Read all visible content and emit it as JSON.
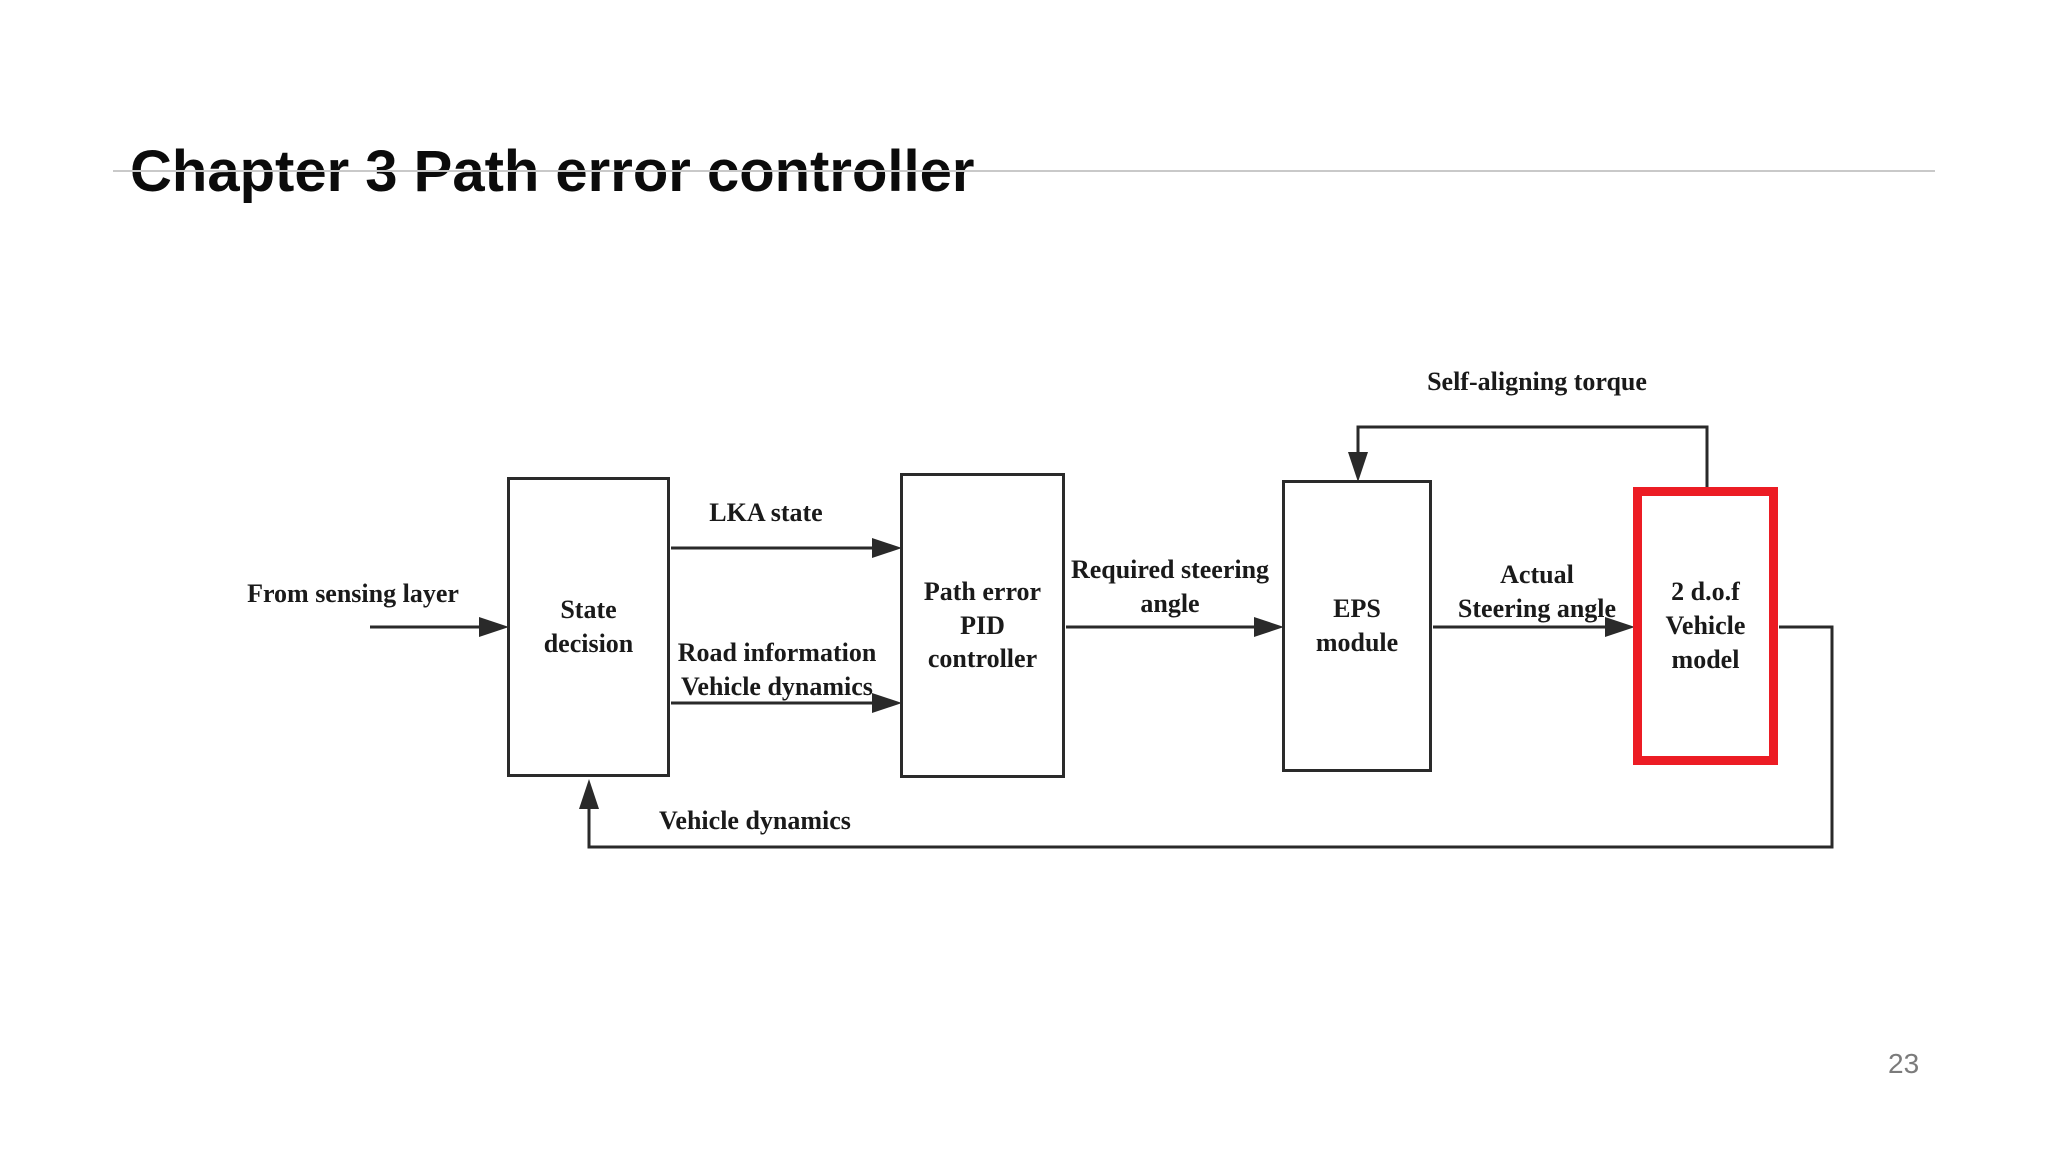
{
  "slide": {
    "title": "Chapter 3 Path error controller",
    "page_number": "23"
  },
  "diagram": {
    "boxes": [
      {
        "id": "state-decision",
        "label": "State\ndecision"
      },
      {
        "id": "path-error-pid-controller",
        "label": "Path error\nPID\ncontroller"
      },
      {
        "id": "eps-module",
        "label": "EPS\nmodule"
      },
      {
        "id": "vehicle-model",
        "label": "2 d.o.f\nVehicle\nmodel",
        "highlighted": "red outline"
      }
    ],
    "flow_labels": [
      {
        "id": "from-sensing-layer",
        "text": "From sensing layer"
      },
      {
        "id": "lka-state",
        "text": "LKA state"
      },
      {
        "id": "road-information-vehicle-dynamics",
        "text": "Road information\nVehicle dynamics"
      },
      {
        "id": "required-steering-angle",
        "text": "Required steering\nangle"
      },
      {
        "id": "actual-steering-angle",
        "text": "Actual\nSteering angle"
      },
      {
        "id": "self-aligning-torque",
        "text": "Self-aligning torque"
      },
      {
        "id": "vehicle-dynamics-feedback",
        "text": "Vehicle dynamics"
      }
    ],
    "colors": {
      "diagram_stroke": "#2a2a2a",
      "highlight_red": "#ec1c24",
      "title_rule_gray": "#c9c9c9",
      "page_number_gray": "#7b7b7b"
    }
  }
}
